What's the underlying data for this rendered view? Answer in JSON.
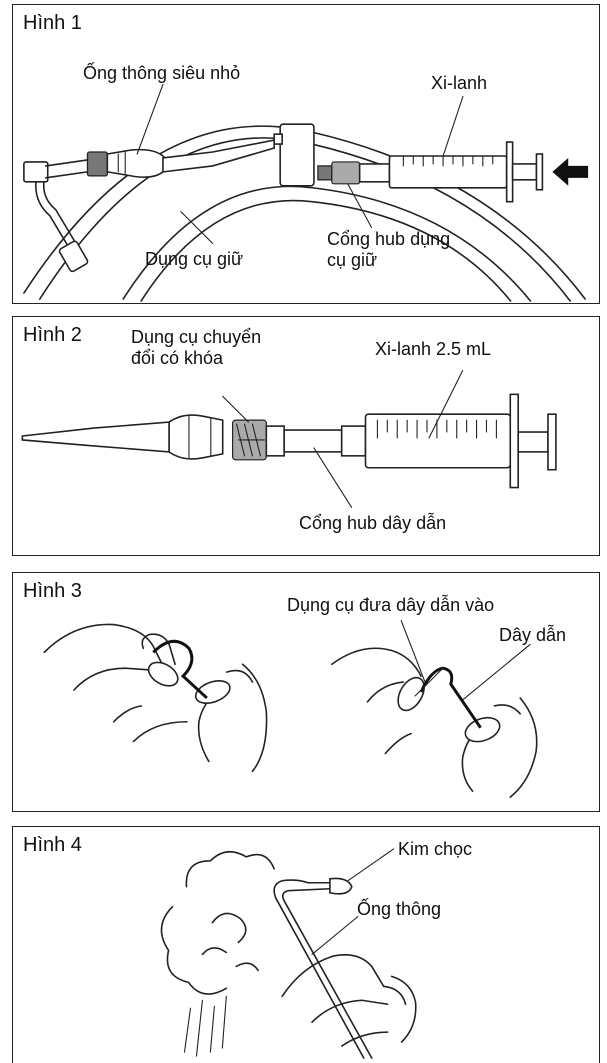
{
  "figures": [
    {
      "title": "Hình 1",
      "labels": {
        "microcatheter": "Ống thông siêu nhỏ",
        "syringe": "Xi-lanh",
        "holder": "Dụng cụ giữ",
        "holder_hub_port": "Cổng hub dụng\ncụ giữ"
      }
    },
    {
      "title": "Hình 2",
      "labels": {
        "locking_adapter": "Dụng cụ chuyển\nđổi có khóa",
        "syringe": "Xi-lanh 2.5 mL",
        "guidewire_hub_port": "Cổng hub dây dẫn"
      }
    },
    {
      "title": "Hình 3",
      "labels": {
        "guidewire_introducer": "Dụng cụ đưa dây dẫn vào",
        "guidewire": "Dây dẫn"
      }
    },
    {
      "title": "Hình 4",
      "labels": {
        "stylet": "Kim chọc",
        "catheter": "Ống thông"
      }
    }
  ]
}
